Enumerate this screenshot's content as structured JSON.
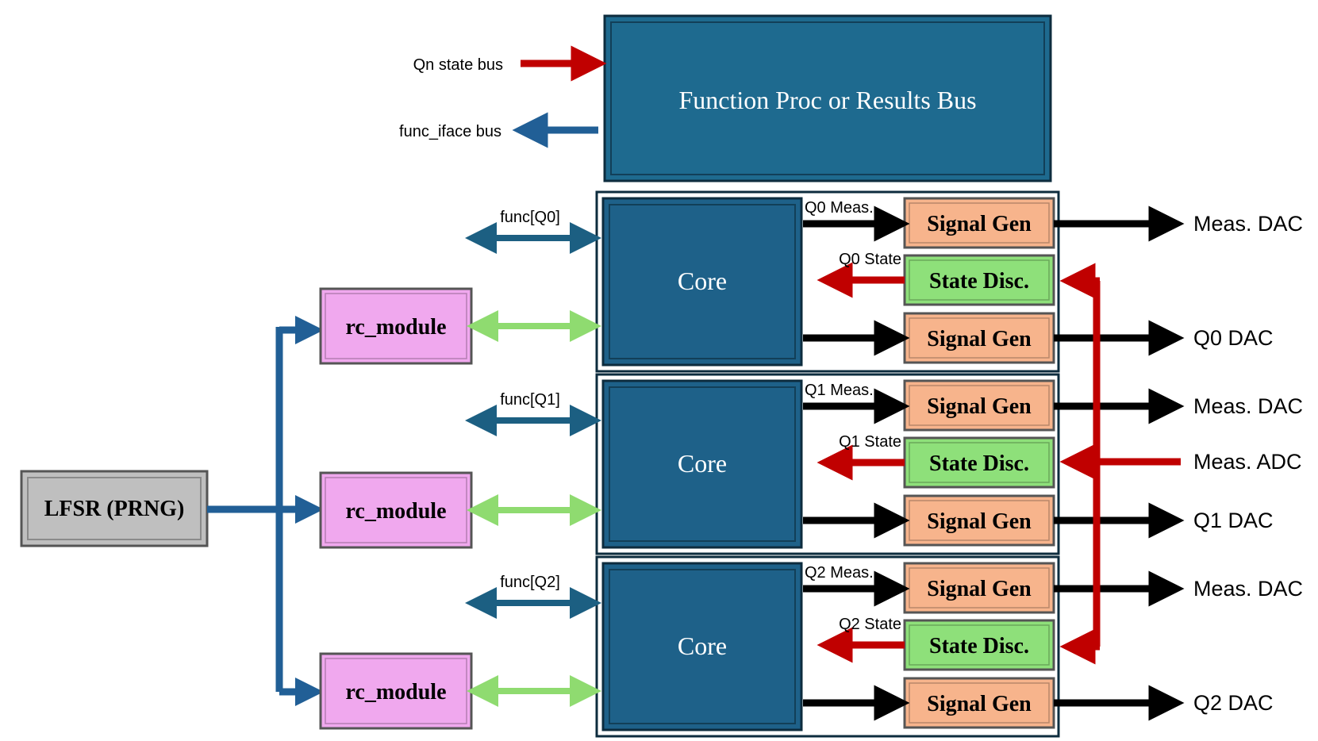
{
  "function_bus": {
    "label": "Function Proc or Results Bus"
  },
  "bus_labels": {
    "qn_state": "Qn state bus",
    "func_iface": "func_iface bus"
  },
  "lfsr": {
    "label": "LFSR (PRNG)"
  },
  "cores": [
    {
      "core_label": "Core",
      "func_label": "func[Q0]",
      "meas_label": "Q0 Meas.",
      "state_label": "Q0 State",
      "rc_label": "rc_module",
      "sig_gen_top": "Signal Gen",
      "state_disc": "State Disc.",
      "sig_gen_bottom": "Signal Gen",
      "out_top": "Meas. DAC",
      "out_bottom": "Q0 DAC"
    },
    {
      "core_label": "Core",
      "func_label": "func[Q1]",
      "meas_label": "Q1 Meas.",
      "state_label": "Q1 State",
      "rc_label": "rc_module",
      "sig_gen_top": "Signal Gen",
      "state_disc": "State Disc.",
      "sig_gen_bottom": "Signal Gen",
      "out_top": "Meas. DAC",
      "out_bottom": "Q1 DAC"
    },
    {
      "core_label": "Core",
      "func_label": "func[Q2]",
      "meas_label": "Q2 Meas.",
      "state_label": "Q2 State",
      "rc_label": "rc_module",
      "sig_gen_top": "Signal Gen",
      "state_disc": "State Disc.",
      "sig_gen_bottom": "Signal Gen",
      "out_top": "Meas. DAC",
      "out_bottom": "Q2 DAC"
    }
  ],
  "adc_label": "Meas. ADC",
  "colors": {
    "core_fill": "#1e6189",
    "func_bus_fill": "#1e6a8f",
    "rc_fill": "#f0a8ee",
    "sig_gen_fill": "#f7b48c",
    "state_disc_fill": "#8ee07a",
    "lfsr_fill": "#bfbfbf",
    "blue_arrow": "#215f96",
    "teal_arrow": "#1c5f82",
    "green_arrow": "#8fdb70",
    "red_arrow": "#c00000",
    "black_arrow": "#000000"
  }
}
